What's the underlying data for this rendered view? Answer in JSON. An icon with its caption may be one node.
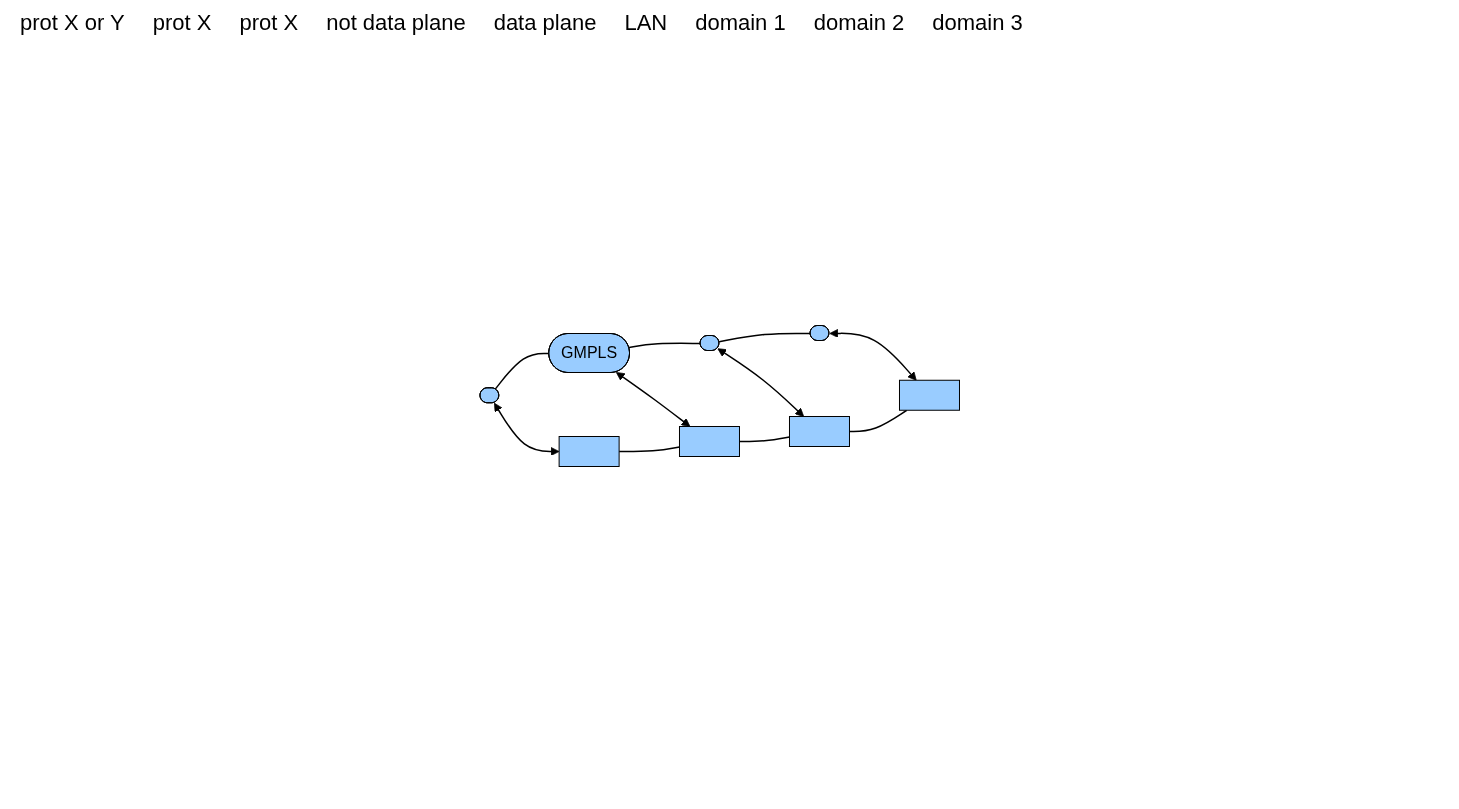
{
  "diagram": {
    "nodes": [
      {
        "text": [],
        "shape": "ellipse"
      },
      {
        "text": [
          "GMPLS"
        ]
      },
      {
        "text": [],
        "shape": "ellipse"
      },
      {
        "text": [],
        "shape": "ellipse"
      },
      {
        "text": [],
        "shape": "box"
      },
      {
        "text": [],
        "shape": "box"
      },
      {
        "text": [],
        "shape": "box"
      },
      {
        "text": [],
        "shape": "box"
      }
    ],
    "edges": [
      {
        "from": 0,
        "to": 1,
        "arrow": "none"
      },
      {
        "from": 1,
        "to": 2,
        "arrow": "none"
      },
      {
        "from": 2,
        "to": 3,
        "arrow": "none"
      },
      {
        "from": 0,
        "to": 4,
        "arrow": "both"
      },
      {
        "from": 1,
        "to": 5,
        "arrow": "both"
      },
      {
        "from": 2,
        "to": 6,
        "arrow": "both"
      },
      {
        "from": 3,
        "to": 7,
        "arrow": "both"
      },
      {
        "from": 4,
        "to": 5,
        "arrow": "none"
      },
      {
        "from": 5,
        "to": 6,
        "arrow": "none"
      },
      {
        "from": 6,
        "to": 7,
        "arrow": "none"
      }
    ],
    "labels": [
      "prot X or Y",
      "prot X",
      "prot X",
      "not data plane",
      "data plane",
      "LAN",
      "domain 1",
      "domain 2",
      "domain 3"
    ]
  }
}
